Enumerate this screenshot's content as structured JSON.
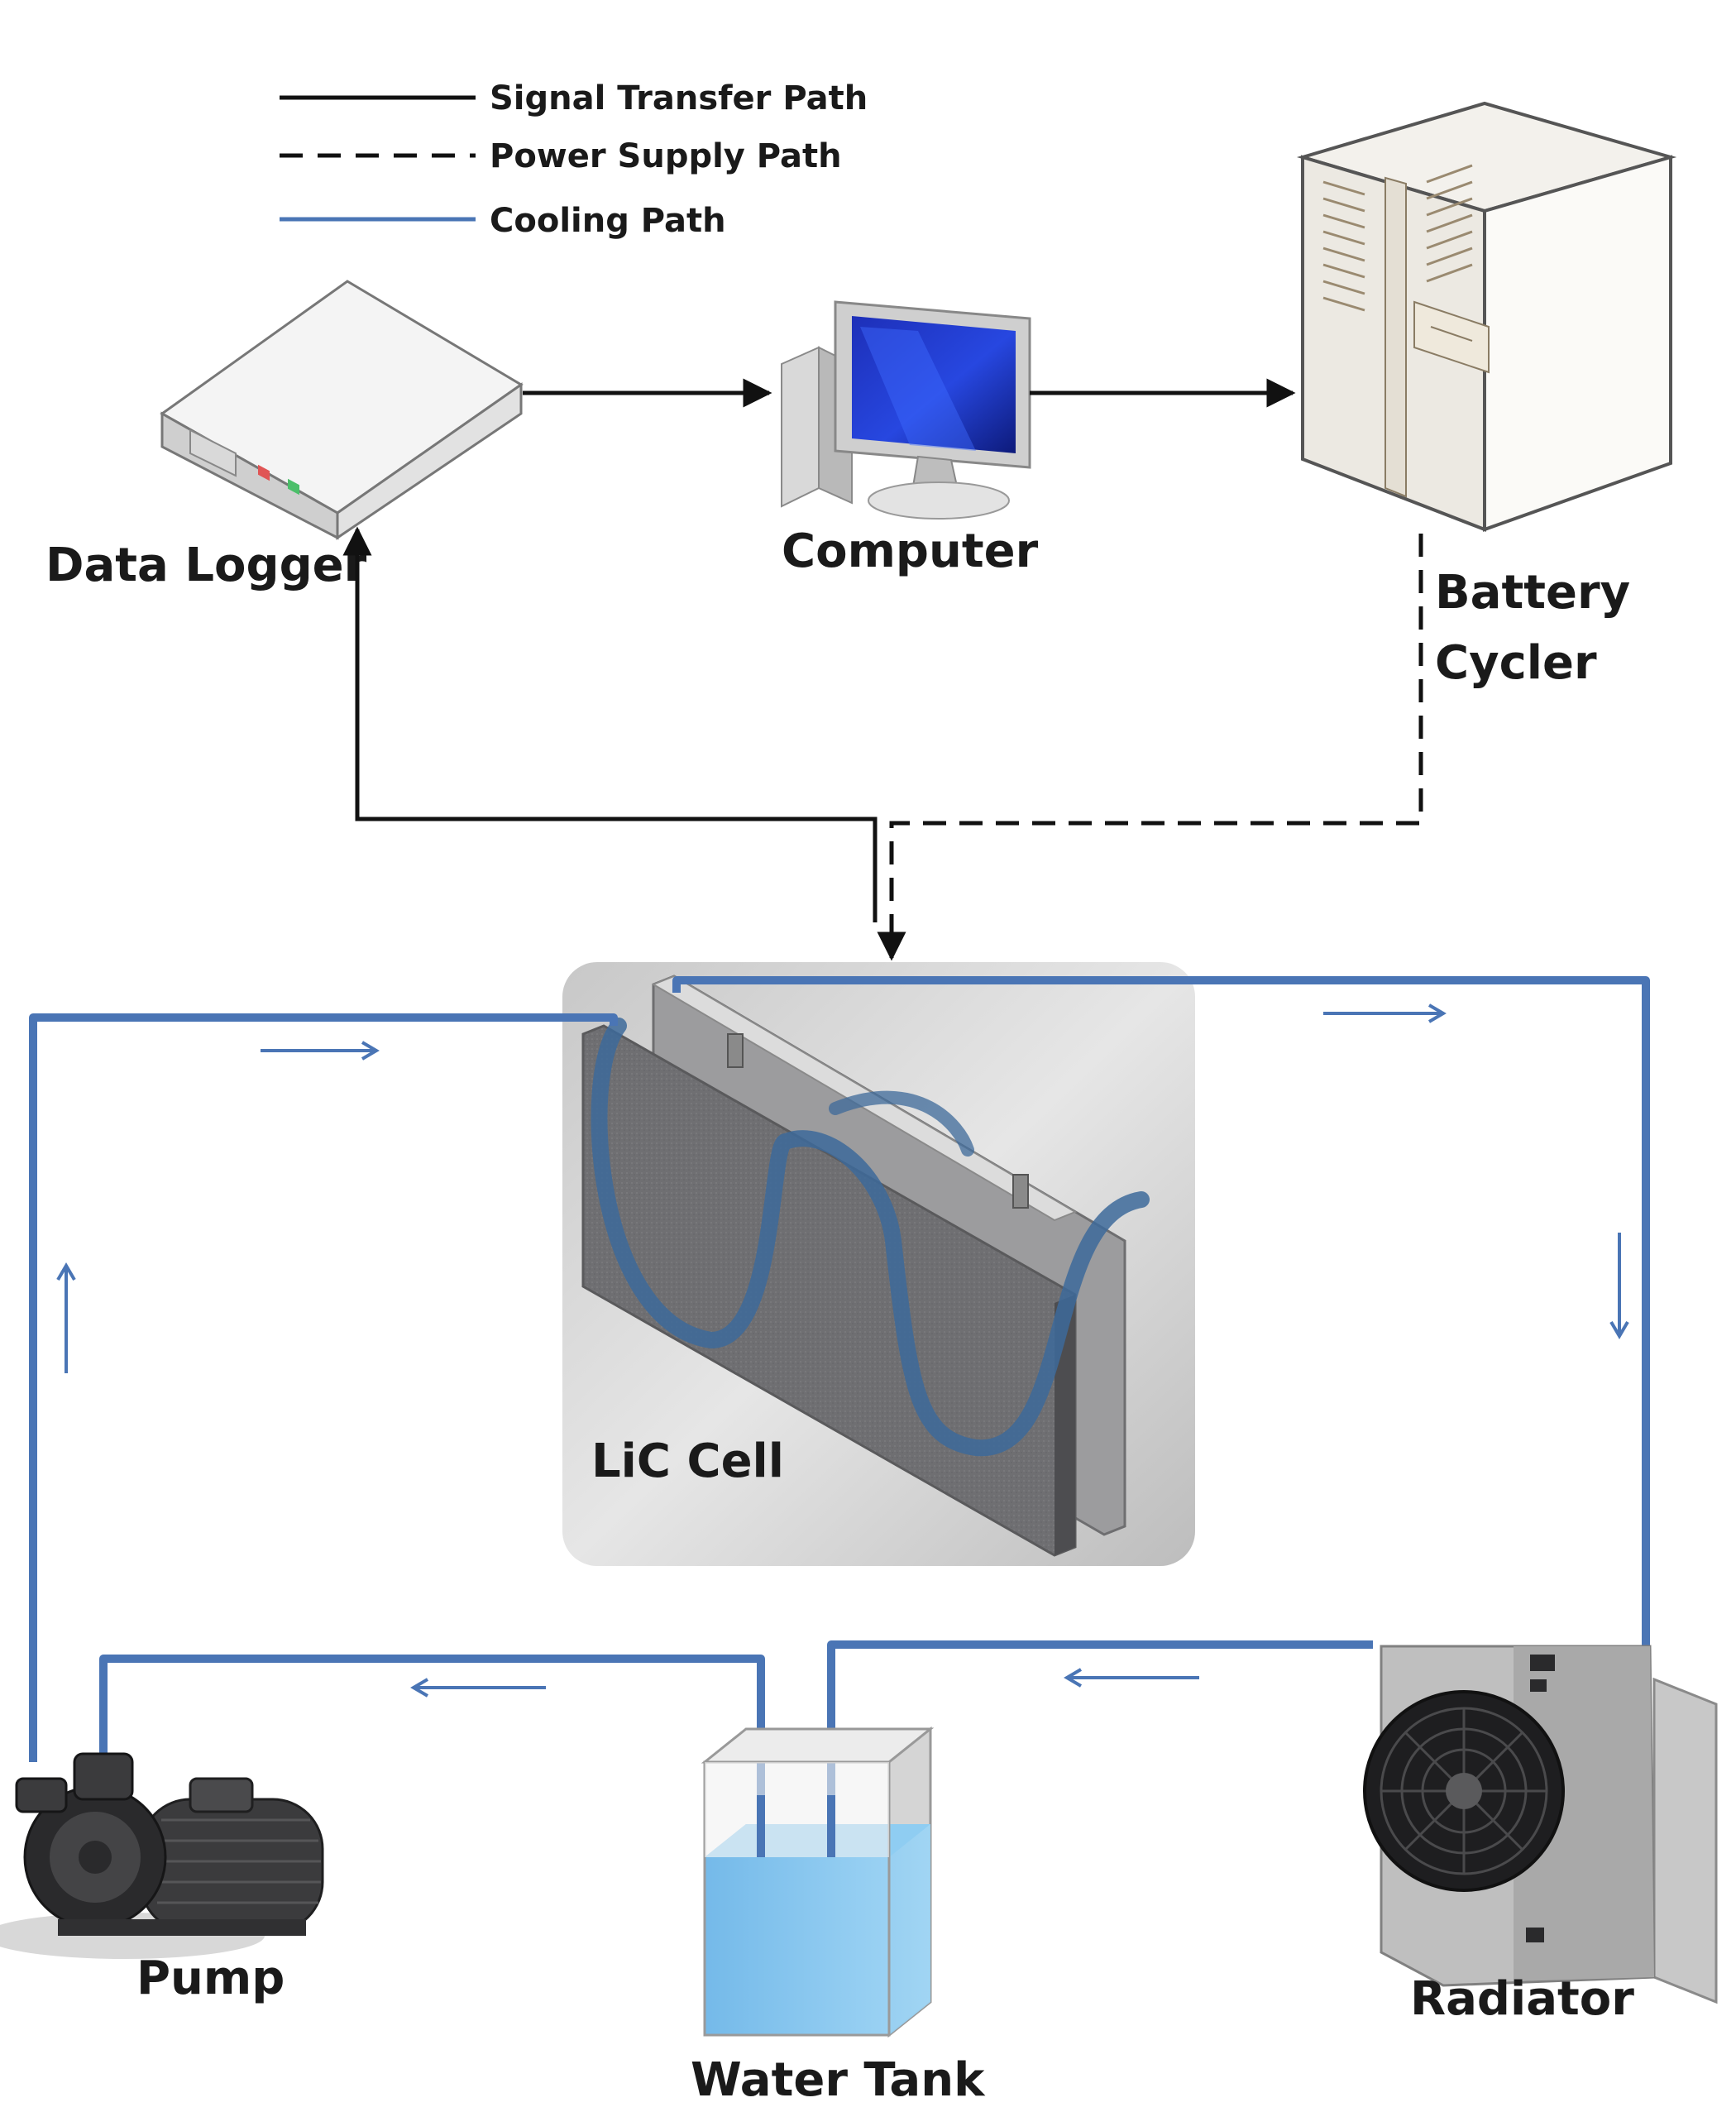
{
  "legend": {
    "signal": "Signal Transfer Path",
    "power": "Power Supply Path",
    "cooling": "Cooling Path"
  },
  "components": {
    "data_logger": "Data Logger",
    "computer": "Computer",
    "battery_cycler_line1": "Battery",
    "battery_cycler_line2": "Cycler",
    "lic_cell": "LiC Cell",
    "pump": "Pump",
    "water_tank": "Water Tank",
    "radiator": "Radiator"
  },
  "colors": {
    "signal": "#111111",
    "power": "#111111",
    "cooling": "#4a75b5",
    "water": "#7cc3ec"
  }
}
